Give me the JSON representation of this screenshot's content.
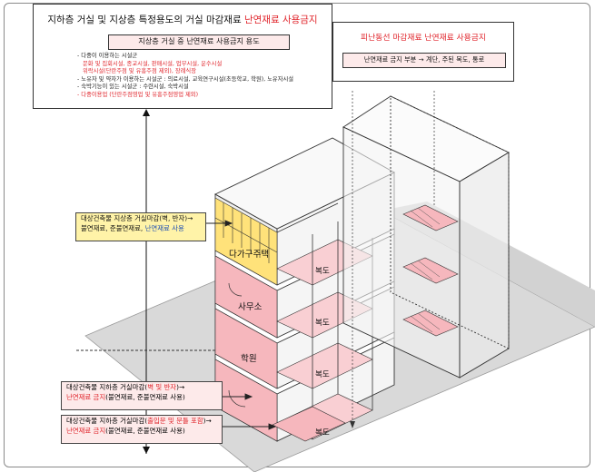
{
  "main_box": {
    "title_prefix": "지하층 거실 및 지상층 특정용도의 거실 마감재료 ",
    "title_highlight": "난연재료 사용금지",
    "subtitle": "지상층 거실 중 난연재료 사용금지 용도",
    "items": [
      {
        "text": "- 다중이 이용하는 시설군",
        "style": "normal"
      },
      {
        "text": "문화 및 집회시설, 종교시설, 판매시설, 업무시설, 운수시설",
        "style": "red"
      },
      {
        "text": "위락시설(단란주점 및 유흥주점 제외), 장례식장",
        "style": "red"
      },
      {
        "text": "- 노유자 및 약자가 이용하는 시설군 : 의료시설, 교육연구시설(초등학교, 학원), 노유자시설",
        "style": "normal"
      },
      {
        "text": "- 숙박기능이 있는 시설군 : 수련시설, 숙박시설",
        "style": "normal"
      },
      {
        "text": "- 다중이용업 (단란주점영업 및 유흥주점영업 제외)",
        "style": "red"
      }
    ]
  },
  "evac_box": {
    "title": "피난동선 마감재료 난연재료 사용금지",
    "subtitle": "난연재료 금지 부분 → 계단, 주된 복도, 통로"
  },
  "note_above": {
    "line1": "대상건축물 지상층 거실마감(벽, 반자)→",
    "line2_prefix": "불연재료, 준불연재료, ",
    "line2_blue": "난연재료 사용"
  },
  "note_b1": {
    "line1_prefix": "대상건축물 지하층 거실마감(",
    "line1_red": "벽 및 반자",
    "line1_suffix": ")→",
    "line2_red": "난연재료 금지",
    "line2_suffix": "(불연재료, 준불연재료 사용)"
  },
  "note_b2": {
    "line1_prefix": "대상건축물 지하층 거실마감(",
    "line1_red": "출입문 및 문틀 포함",
    "line1_suffix": ")→",
    "line2_red": "난연재료 금지",
    "line2_suffix": "(불연재료, 준불연재료 사용)"
  },
  "rooms": {
    "floor4": "다가구주택",
    "floor3": "사무소",
    "floor2": "학원"
  },
  "corridor_label": "복도",
  "colors": {
    "ground_fill": "#d9d9d9",
    "pink_fill": "#f6b7bd",
    "pink_light": "#f9cfd3",
    "yellow_fill": "#ffe27a",
    "red_text": "#e0242b",
    "blue_text": "#1f4fb3"
  }
}
